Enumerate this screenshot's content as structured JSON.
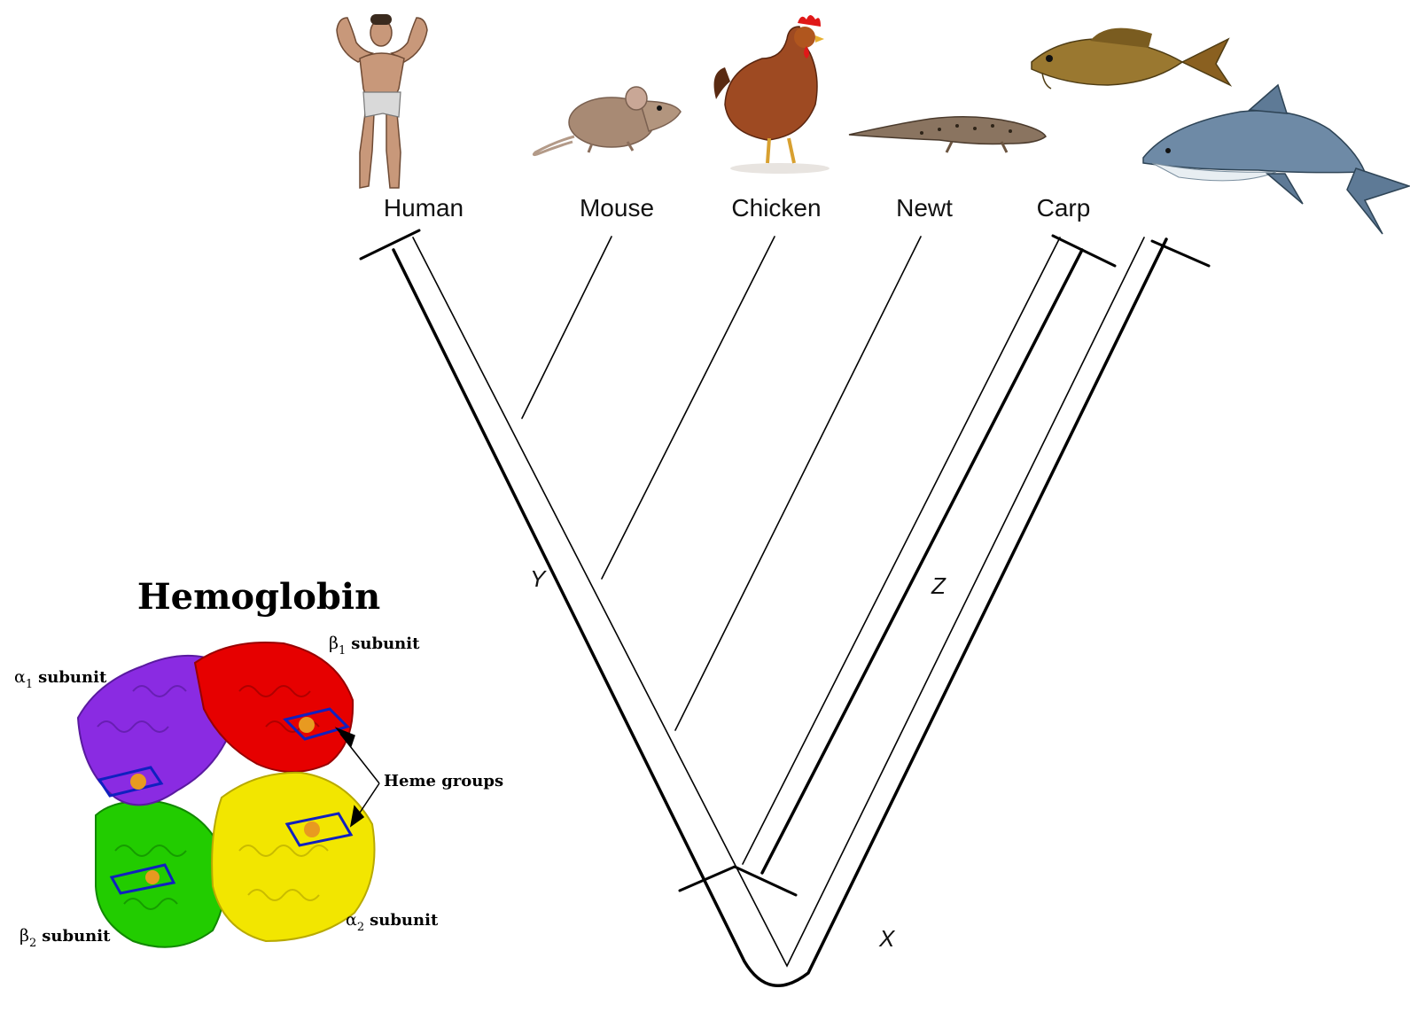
{
  "taxa": {
    "human": "Human",
    "mouse": "Mouse",
    "chicken": "Chicken",
    "newt": "Newt",
    "carp": "Carp"
  },
  "nodes": {
    "x": "X",
    "y": "Y",
    "z": "Z"
  },
  "hemoglobin": {
    "title": "Hemoglobin",
    "alpha1": {
      "symbol": "α",
      "index": "1",
      "word": "subunit"
    },
    "beta1": {
      "symbol": "β",
      "index": "1",
      "word": "subunit"
    },
    "beta2": {
      "symbol": "β",
      "index": "2",
      "word": "subunit"
    },
    "alpha2": {
      "symbol": "α",
      "index": "2",
      "word": "subunit"
    },
    "heme": "Heme groups"
  },
  "colors": {
    "alpha1": "#8a2be2",
    "beta1": "#e60000",
    "beta2": "#22cc00",
    "alpha2": "#f2e600",
    "heme": "#1020c0",
    "iron": "#e89a20"
  }
}
